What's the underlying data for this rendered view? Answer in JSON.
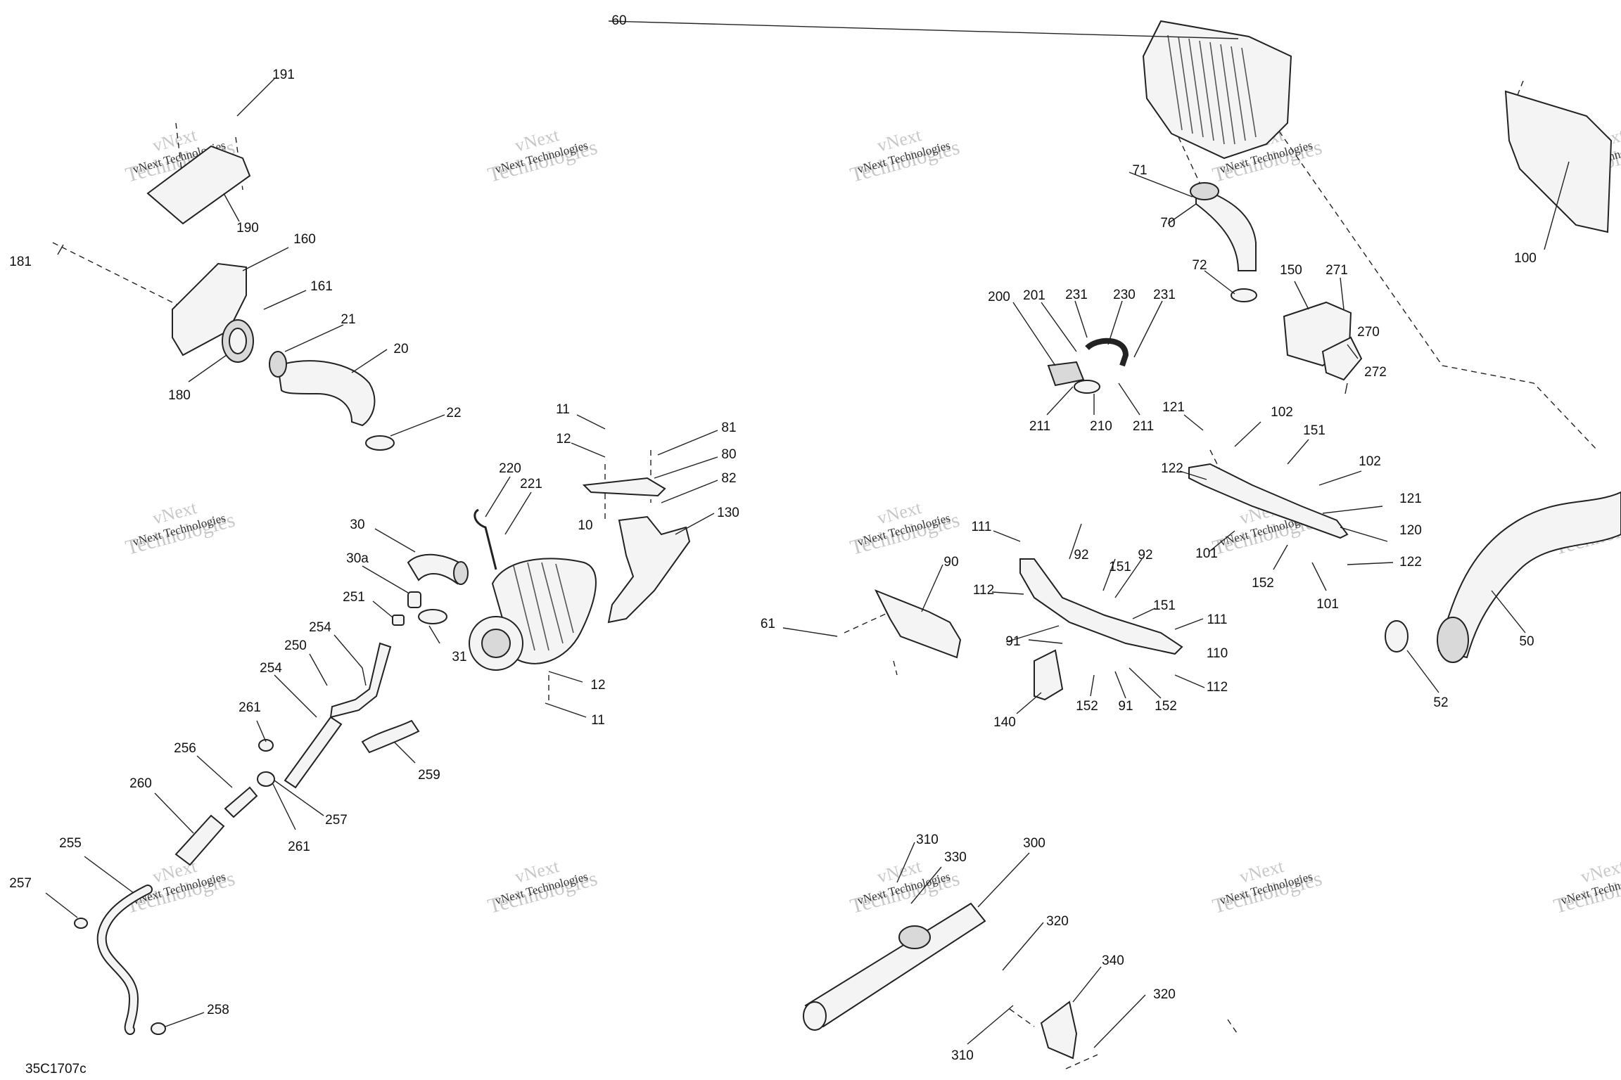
{
  "diagram": {
    "drawing_code": "35C1707c",
    "watermark_line1": "vNext",
    "watermark_line2": "Technologies",
    "watermark_small": "vNext Technologies"
  },
  "callouts": [
    {
      "id": "c191",
      "text": "191"
    },
    {
      "id": "c190",
      "text": "190"
    },
    {
      "id": "c181",
      "text": "181"
    },
    {
      "id": "c160",
      "text": "160"
    },
    {
      "id": "c161",
      "text": "161"
    },
    {
      "id": "c21",
      "text": "21"
    },
    {
      "id": "c20",
      "text": "20"
    },
    {
      "id": "c180",
      "text": "180"
    },
    {
      "id": "c22",
      "text": "22"
    },
    {
      "id": "c11a",
      "text": "11"
    },
    {
      "id": "c12a",
      "text": "12"
    },
    {
      "id": "c81",
      "text": "81"
    },
    {
      "id": "c80",
      "text": "80"
    },
    {
      "id": "c82",
      "text": "82"
    },
    {
      "id": "c220",
      "text": "220"
    },
    {
      "id": "c221",
      "text": "221"
    },
    {
      "id": "c10",
      "text": "10"
    },
    {
      "id": "c130",
      "text": "130"
    },
    {
      "id": "c30",
      "text": "30"
    },
    {
      "id": "c30a",
      "text": "30a"
    },
    {
      "id": "c251",
      "text": "251"
    },
    {
      "id": "c31",
      "text": "31"
    },
    {
      "id": "c254a",
      "text": "254"
    },
    {
      "id": "c250",
      "text": "250"
    },
    {
      "id": "c254b",
      "text": "254"
    },
    {
      "id": "c12b",
      "text": "12"
    },
    {
      "id": "c11b",
      "text": "11"
    },
    {
      "id": "c261a",
      "text": "261"
    },
    {
      "id": "c256",
      "text": "256"
    },
    {
      "id": "c259",
      "text": "259"
    },
    {
      "id": "c260",
      "text": "260"
    },
    {
      "id": "c257a",
      "text": "257"
    },
    {
      "id": "c261b",
      "text": "261"
    },
    {
      "id": "c255",
      "text": "255"
    },
    {
      "id": "c257b",
      "text": "257"
    },
    {
      "id": "c258",
      "text": "258"
    },
    {
      "id": "c60",
      "text": "60"
    },
    {
      "id": "c71",
      "text": "71"
    },
    {
      "id": "c70",
      "text": "70"
    },
    {
      "id": "c72",
      "text": "72"
    },
    {
      "id": "c150",
      "text": "150"
    },
    {
      "id": "c271",
      "text": "271"
    },
    {
      "id": "c270",
      "text": "270"
    },
    {
      "id": "c272",
      "text": "272"
    },
    {
      "id": "c100",
      "text": "100"
    },
    {
      "id": "c200",
      "text": "200"
    },
    {
      "id": "c201",
      "text": "201"
    },
    {
      "id": "c231a",
      "text": "231"
    },
    {
      "id": "c230",
      "text": "230"
    },
    {
      "id": "c231b",
      "text": "231"
    },
    {
      "id": "c211a",
      "text": "211"
    },
    {
      "id": "c210",
      "text": "210"
    },
    {
      "id": "c211b",
      "text": "211"
    },
    {
      "id": "c121a",
      "text": "121"
    },
    {
      "id": "c102a",
      "text": "102"
    },
    {
      "id": "c151a",
      "text": "151"
    },
    {
      "id": "c122a",
      "text": "122"
    },
    {
      "id": "c102b",
      "text": "102"
    },
    {
      "id": "c121b",
      "text": "121"
    },
    {
      "id": "c120",
      "text": "120"
    },
    {
      "id": "c101a",
      "text": "101"
    },
    {
      "id": "c152a",
      "text": "152"
    },
    {
      "id": "c101b",
      "text": "101"
    },
    {
      "id": "c122b",
      "text": "122"
    },
    {
      "id": "c111a",
      "text": "111"
    },
    {
      "id": "c92a",
      "text": "92"
    },
    {
      "id": "c151b",
      "text": "151"
    },
    {
      "id": "c92b",
      "text": "92"
    },
    {
      "id": "c151c",
      "text": "151"
    },
    {
      "id": "c90",
      "text": "90"
    },
    {
      "id": "c112a",
      "text": "112"
    },
    {
      "id": "c61",
      "text": "61"
    },
    {
      "id": "c111b",
      "text": "111"
    },
    {
      "id": "c91a",
      "text": "91"
    },
    {
      "id": "c110",
      "text": "110"
    },
    {
      "id": "c112b",
      "text": "112"
    },
    {
      "id": "c140",
      "text": "140"
    },
    {
      "id": "c152b",
      "text": "152"
    },
    {
      "id": "c91b",
      "text": "91"
    },
    {
      "id": "c152c",
      "text": "152"
    },
    {
      "id": "c50",
      "text": "50"
    },
    {
      "id": "c52",
      "text": "52"
    },
    {
      "id": "c310a",
      "text": "310"
    },
    {
      "id": "c330",
      "text": "330"
    },
    {
      "id": "c300",
      "text": "300"
    },
    {
      "id": "c320a",
      "text": "320"
    },
    {
      "id": "c340",
      "text": "340"
    },
    {
      "id": "c320b",
      "text": "320"
    },
    {
      "id": "c310b",
      "text": "310"
    }
  ]
}
